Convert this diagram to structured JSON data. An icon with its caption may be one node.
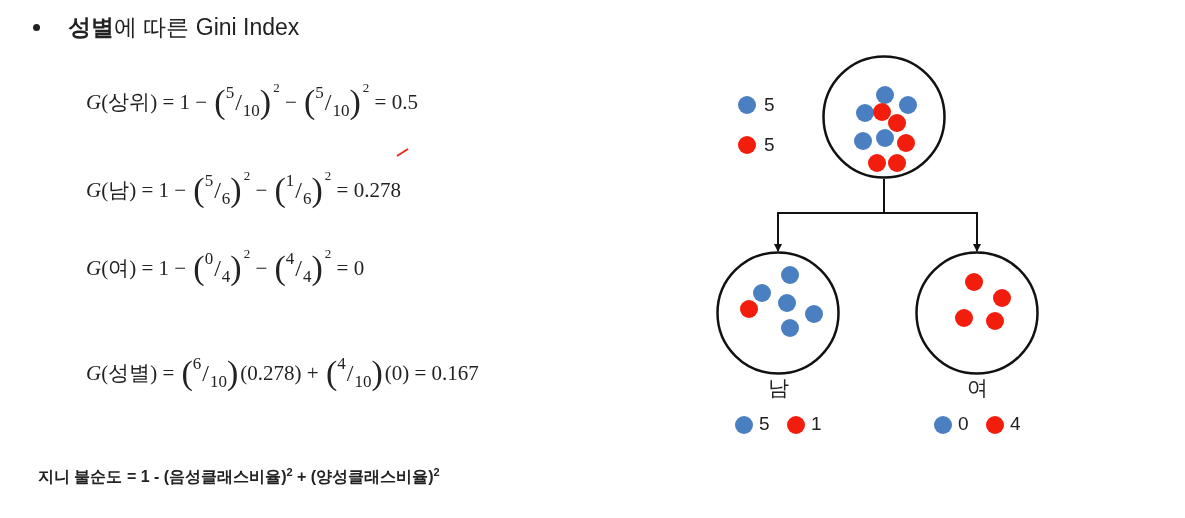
{
  "diagram": {
    "title": "**성별**에 따른 Gini Index",
    "nodes": [
      {
        "text": [],
        "shape": "circle"
      },
      {
        "text": [],
        "shape": "circle",
        "beside": [
          "남",
          "5",
          "1"
        ]
      },
      {
        "text": [],
        "shape": "circle",
        "beside": [
          "여",
          "0",
          "4"
        ]
      }
    ],
    "edges": [
      {
        "from": 0,
        "to": 1,
        "arrow": "to"
      },
      {
        "from": 0,
        "to": 2,
        "arrow": "to"
      }
    ],
    "labels": [
      "*G*(상위) = 1 − (5/10)$^{2}$ − (5/10)$^{2}$ = 0.5",
      "*G*(남) = 1 − (5/6)$^{2}$ − (1/6)$^{2}$ = 0.278",
      "*G*(여) = 1 − (0/4)$^{2}$ − (4/4)$^{2}$ = 0",
      "*G*(성별) = (6/10)(0.278) + (4/10)(0) = 0.167",
      "지니 불순도 = 1 - (음성클래스비율)$^{2}$ + (양성클래스비율)$^{2}$"
    ],
    "legend": [
      {
        "text": "5",
        "color": "#4a7fc1"
      },
      {
        "text": "5",
        "color": "#f21d0c"
      }
    ]
  }
}
